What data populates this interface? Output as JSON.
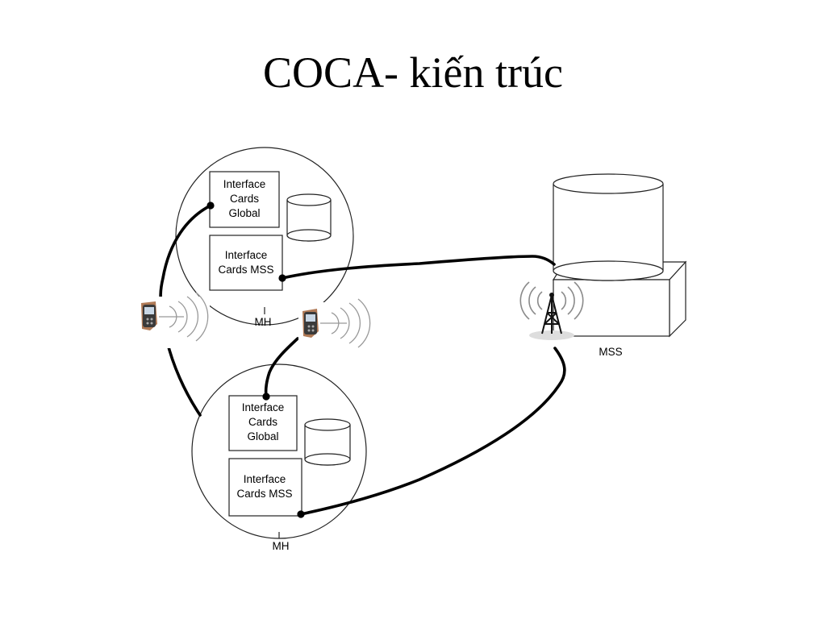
{
  "slide": {
    "title": "COCA- kiến trúc"
  },
  "diagram": {
    "mh_top": {
      "card_global": [
        "Interface",
        "Cards",
        "Global"
      ],
      "card_mss": [
        "Interface",
        "Cards MSS"
      ],
      "label": "MH"
    },
    "mh_bottom": {
      "card_global": [
        "Interface",
        "Cards",
        "Global"
      ],
      "card_mss": [
        "Interface",
        "Cards MSS"
      ],
      "label": "MH"
    },
    "mss": {
      "label": "MSS"
    },
    "icons": [
      "mobile-phone-icon",
      "wireless-signal-icon",
      "cell-tower-icon",
      "database-icon"
    ]
  }
}
